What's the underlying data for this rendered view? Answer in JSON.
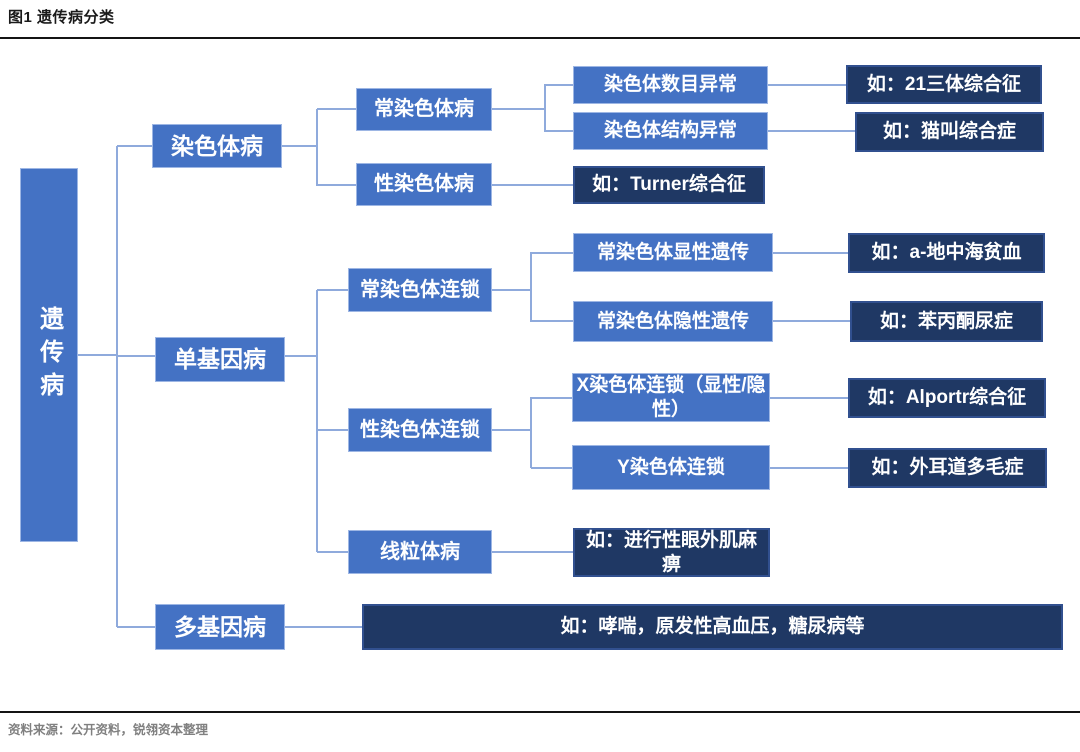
{
  "title": "图1 遗传病分类",
  "footer": "资料来源：公开资料，锐翎资本整理",
  "colors": {
    "node_blue": "#4472C4",
    "node_blue_border": "#9DB6E4",
    "node_dark_navy": "#1F3864",
    "node_dark_border": "#31508F",
    "connector_line": "#8FAADC",
    "title_text": "#1a1a1a",
    "footer_text": "#808080",
    "node_text": "#ffffff",
    "divider": "#141414",
    "background": "#ffffff"
  },
  "nodes": {
    "root": {
      "label": "遗传病"
    },
    "l2_chromosome": {
      "label": "染色体病"
    },
    "l2_single_gene": {
      "label": "单基因病"
    },
    "l2_polygenic": {
      "label": "多基因病"
    },
    "l3_autosomal": {
      "label": "常染色体病"
    },
    "l3_sex": {
      "label": "性染色体病"
    },
    "l3_autosomal_linkage": {
      "label": "常染色体连锁"
    },
    "l3_sex_linkage": {
      "label": "性染色体连锁"
    },
    "l3_mitochondrial": {
      "label": "线粒体病"
    },
    "l4_numeric": {
      "label": "染色体数目异常"
    },
    "l4_structural": {
      "label": "染色体结构异常"
    },
    "l4_dominant": {
      "label": "常染色体显性遗传"
    },
    "l4_recessive": {
      "label": "常染色体隐性遗传"
    },
    "l4_x_linkage": {
      "label": "X染色体连锁（显性/隐性）"
    },
    "l4_y_linkage": {
      "label": "Y染色体连锁"
    },
    "ex_trisomy21": {
      "label": "如：21三体综合征"
    },
    "ex_cri_du_chat": {
      "label": "如：猫叫综合症"
    },
    "ex_turner": {
      "label": "如：Turner综合征"
    },
    "ex_thalassemia": {
      "label": "如：a-地中海贫血"
    },
    "ex_pku": {
      "label": "如：苯丙酮尿症"
    },
    "ex_alport": {
      "label": "如：Alportr综合征"
    },
    "ex_hairy_ears": {
      "label": "如：外耳道多毛症"
    },
    "ex_ophthalmoplegia": {
      "label": "如：进行性眼外肌麻痹"
    },
    "ex_polygenic_examples": {
      "label": "如：哮喘，原发性高血压，糖尿病等"
    }
  },
  "edges": [
    [
      "root",
      "l2_chromosome"
    ],
    [
      "root",
      "l2_single_gene"
    ],
    [
      "root",
      "l2_polygenic"
    ],
    [
      "l2_chromosome",
      "l3_autosomal"
    ],
    [
      "l2_chromosome",
      "l3_sex"
    ],
    [
      "l3_autosomal",
      "l4_numeric"
    ],
    [
      "l3_autosomal",
      "l4_structural"
    ],
    [
      "l4_numeric",
      "ex_trisomy21"
    ],
    [
      "l4_structural",
      "ex_cri_du_chat"
    ],
    [
      "l3_sex",
      "ex_turner"
    ],
    [
      "l2_single_gene",
      "l3_autosomal_linkage"
    ],
    [
      "l2_single_gene",
      "l3_sex_linkage"
    ],
    [
      "l2_single_gene",
      "l3_mitochondrial"
    ],
    [
      "l3_autosomal_linkage",
      "l4_dominant"
    ],
    [
      "l3_autosomal_linkage",
      "l4_recessive"
    ],
    [
      "l4_dominant",
      "ex_thalassemia"
    ],
    [
      "l4_recessive",
      "ex_pku"
    ],
    [
      "l3_sex_linkage",
      "l4_x_linkage"
    ],
    [
      "l3_sex_linkage",
      "l4_y_linkage"
    ],
    [
      "l4_x_linkage",
      "ex_alport"
    ],
    [
      "l4_y_linkage",
      "ex_hairy_ears"
    ],
    [
      "l3_mitochondrial",
      "ex_ophthalmoplegia"
    ],
    [
      "l2_polygenic",
      "ex_polygenic_examples"
    ]
  ]
}
